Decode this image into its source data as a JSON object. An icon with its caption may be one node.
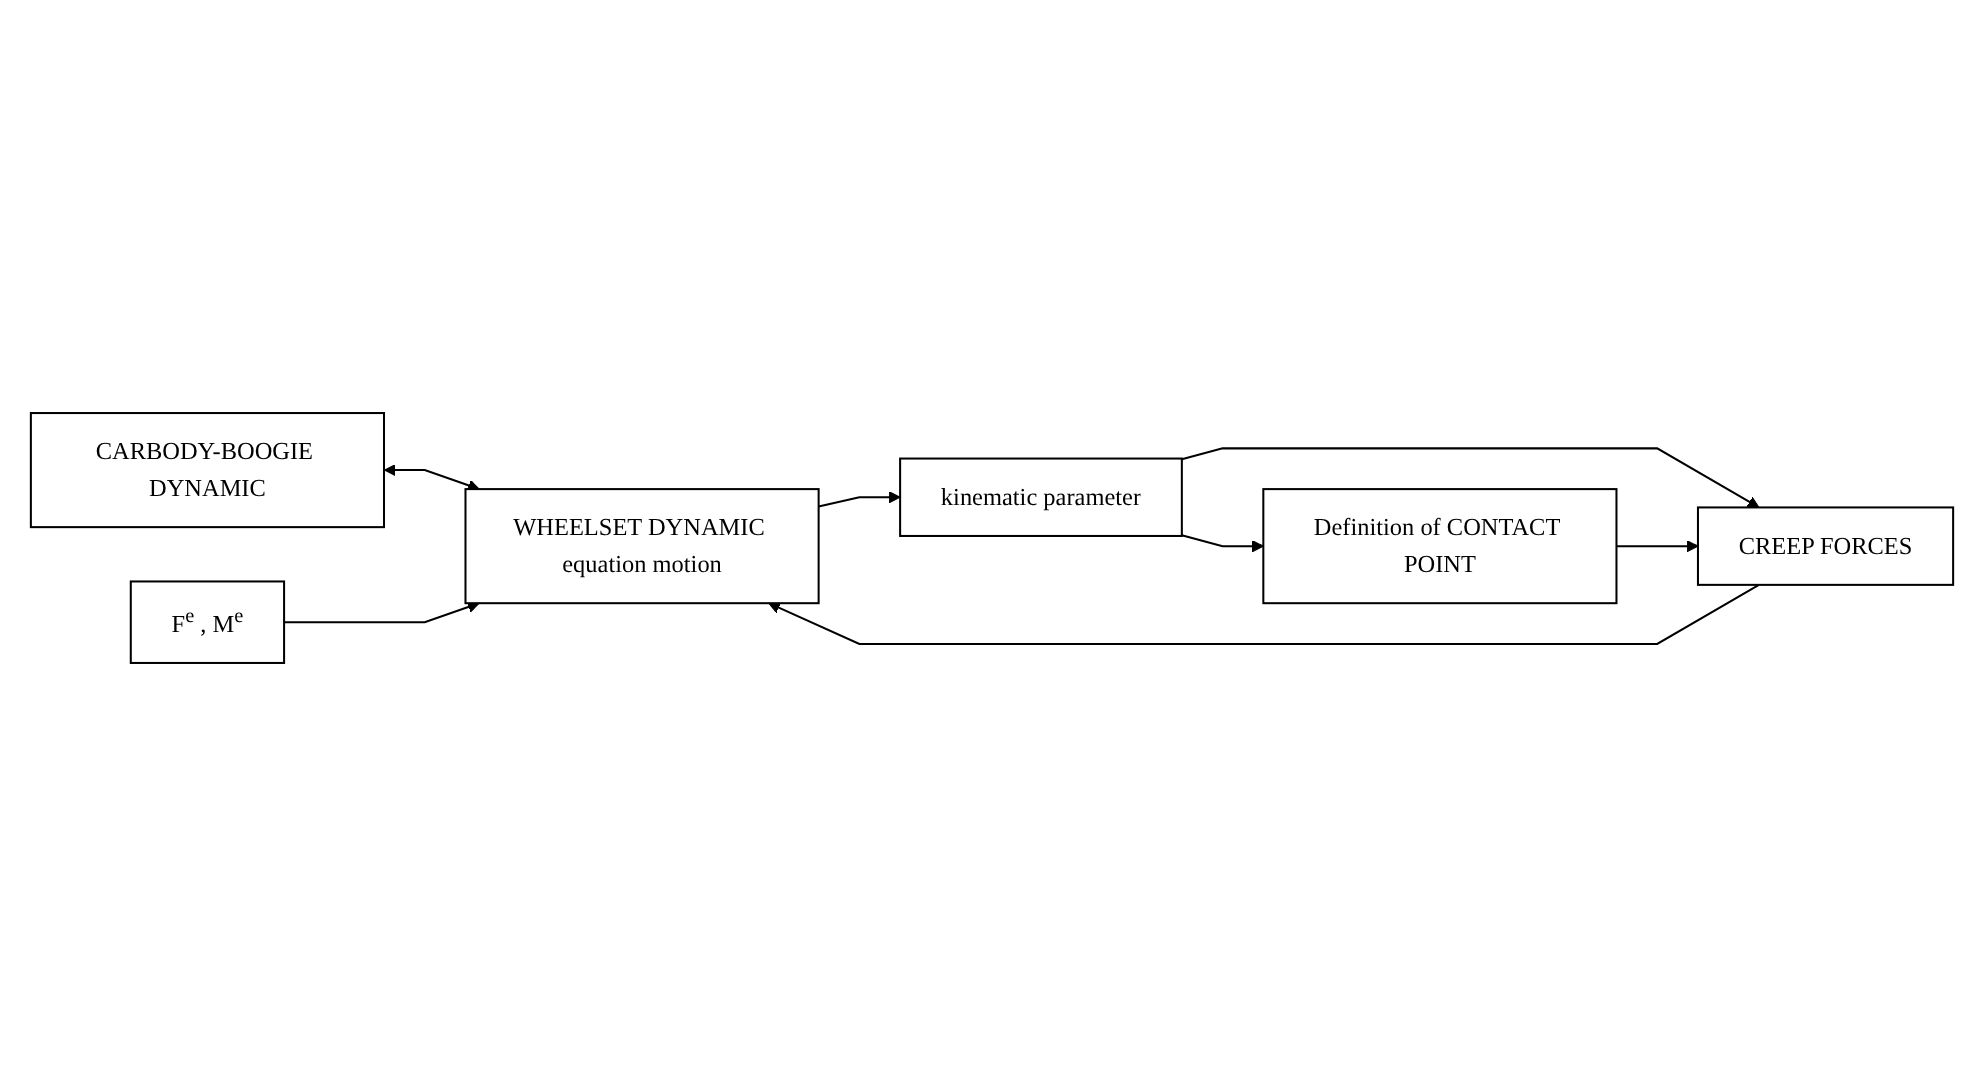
{
  "diagram": {
    "nodes": [
      {
        "text": [
          "CARBODY-BOOGIE DYNAMIC"
        ]
      },
      {
        "text": [
          "F$^{e}$ , M$^{e}$"
        ]
      },
      {
        "text": [
          "WHEELSET DYNAMIC equation motion"
        ]
      },
      {
        "text": [
          "kinematic parameter"
        ]
      },
      {
        "text": [
          "Definition of CONTACT POINT"
        ]
      },
      {
        "text": [
          "CREEP FORCES"
        ]
      }
    ],
    "edges": [
      {
        "from": 0,
        "to": 2,
        "arrow": "both"
      },
      {
        "from": 1,
        "to": 2,
        "arrow": "to"
      },
      {
        "from": 5,
        "to": 2,
        "arrow": "to"
      },
      {
        "from": 2,
        "to": 3,
        "arrow": "to"
      },
      {
        "from": 3,
        "to": 4,
        "arrow": "to"
      },
      {
        "from": 3,
        "to": 5,
        "arrow": "to"
      },
      {
        "from": 4,
        "to": 5,
        "arrow": "to"
      }
    ]
  }
}
